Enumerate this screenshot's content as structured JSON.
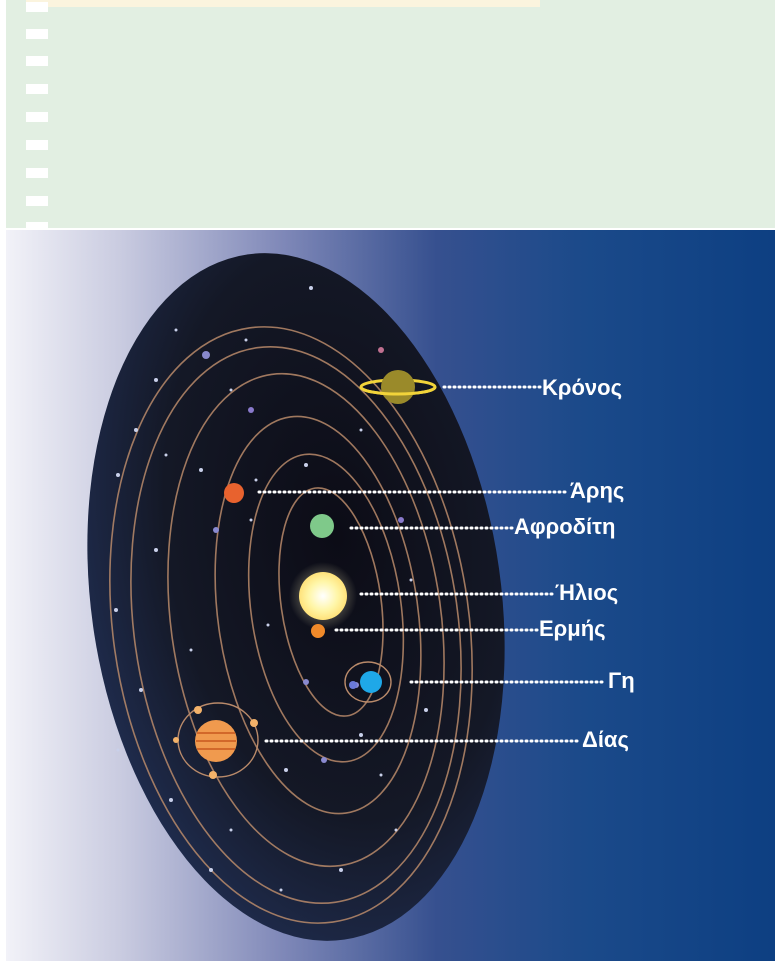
{
  "diagram": {
    "bodies": [
      {
        "id": "saturn",
        "label": "Κρόνος",
        "color": "#9a8a2a",
        "ring_color": "#f2d43a"
      },
      {
        "id": "mars",
        "label": "Άρης",
        "color": "#e8622e"
      },
      {
        "id": "venus",
        "label": "Αφροδίτη",
        "color": "#7fc98a"
      },
      {
        "id": "sun",
        "label": "Ήλιος",
        "color": "#fff6a8"
      },
      {
        "id": "mercury",
        "label": "Ερμής",
        "color": "#f08a2a"
      },
      {
        "id": "earth",
        "label": "Γη",
        "color": "#1fa8e8"
      },
      {
        "id": "jupiter",
        "label": "Δίας",
        "color": "#f09a4e"
      }
    ]
  }
}
